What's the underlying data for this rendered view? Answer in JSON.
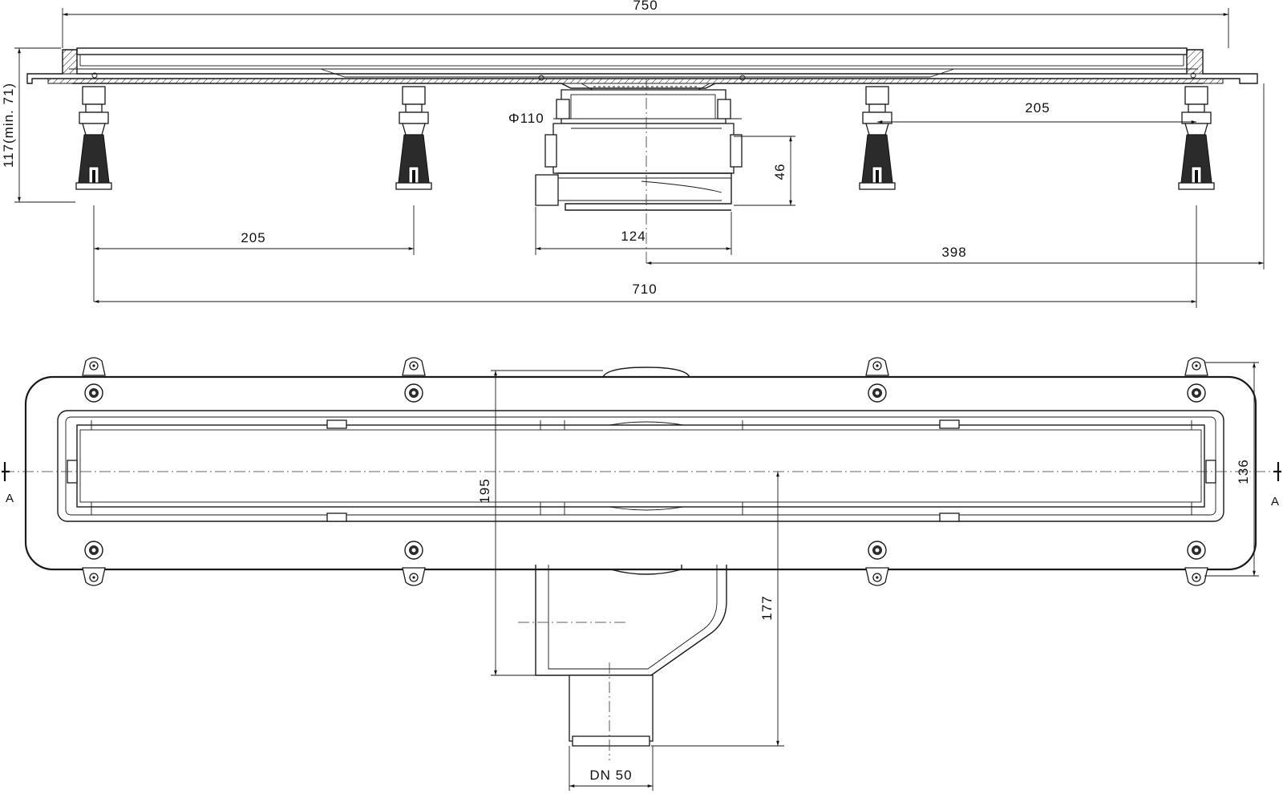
{
  "drawing": {
    "top_view": {
      "dimensions": {
        "overall_length": "750",
        "height": "117(min. 71)",
        "pipe_diameter": "Φ110",
        "foot_spacing_left": "205",
        "foot_spacing_right": "205",
        "outlet_height": "46",
        "outlet_width": "124",
        "outlet_offset": "398",
        "feet_span": "710"
      }
    },
    "plan_view": {
      "dimensions": {
        "overall_width": "195",
        "inner_width": "136",
        "outlet_depth": "177",
        "outlet_size": "DN 50"
      },
      "section_labels": {
        "left": "A",
        "right": "A"
      }
    }
  }
}
